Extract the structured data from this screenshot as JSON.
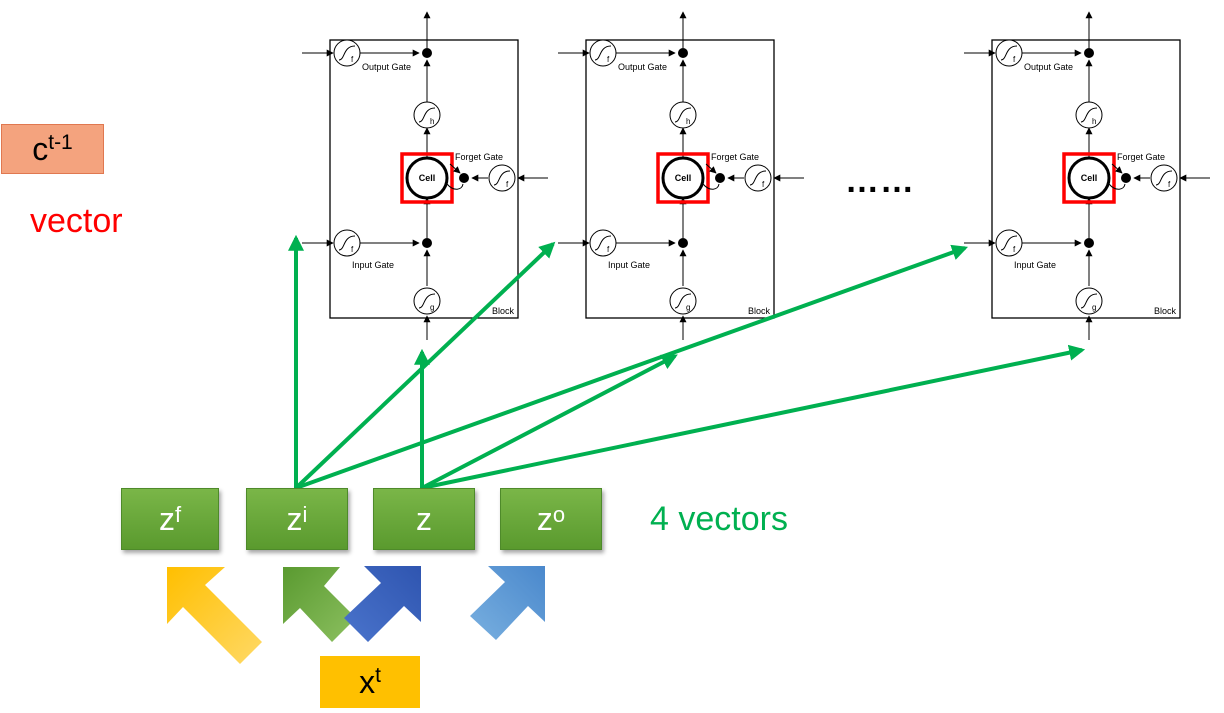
{
  "prev_cell": {
    "base": "c",
    "sup": "t-1"
  },
  "vector_label": "vector",
  "ellipsis": "……",
  "four_vectors_label": "4 vectors",
  "z_vectors": [
    {
      "base": "z",
      "sup": "f"
    },
    {
      "base": "z",
      "sup": "i"
    },
    {
      "base": "z",
      "sup": ""
    },
    {
      "base": "z",
      "sup": "o"
    }
  ],
  "input": {
    "base": "x",
    "sup": "t"
  },
  "lstm_block": {
    "output_gate": "Output Gate",
    "forget_gate": "Forget Gate",
    "input_gate": "Input Gate",
    "cell": "Cell",
    "block": "Block",
    "f": "f",
    "h": "h",
    "g": "g"
  },
  "colors": {
    "green_arrow": "#00b050",
    "cell_highlight": "#ff0000",
    "z_fill": "#70ad47",
    "prev_cell_fill": "#f4a37e",
    "input_fill": "#ffc000",
    "arrow_yellow": "#ffc000",
    "arrow_green": "#70ad47",
    "arrow_blue": "#3a66c4",
    "arrow_lightblue": "#5b9bd5"
  }
}
